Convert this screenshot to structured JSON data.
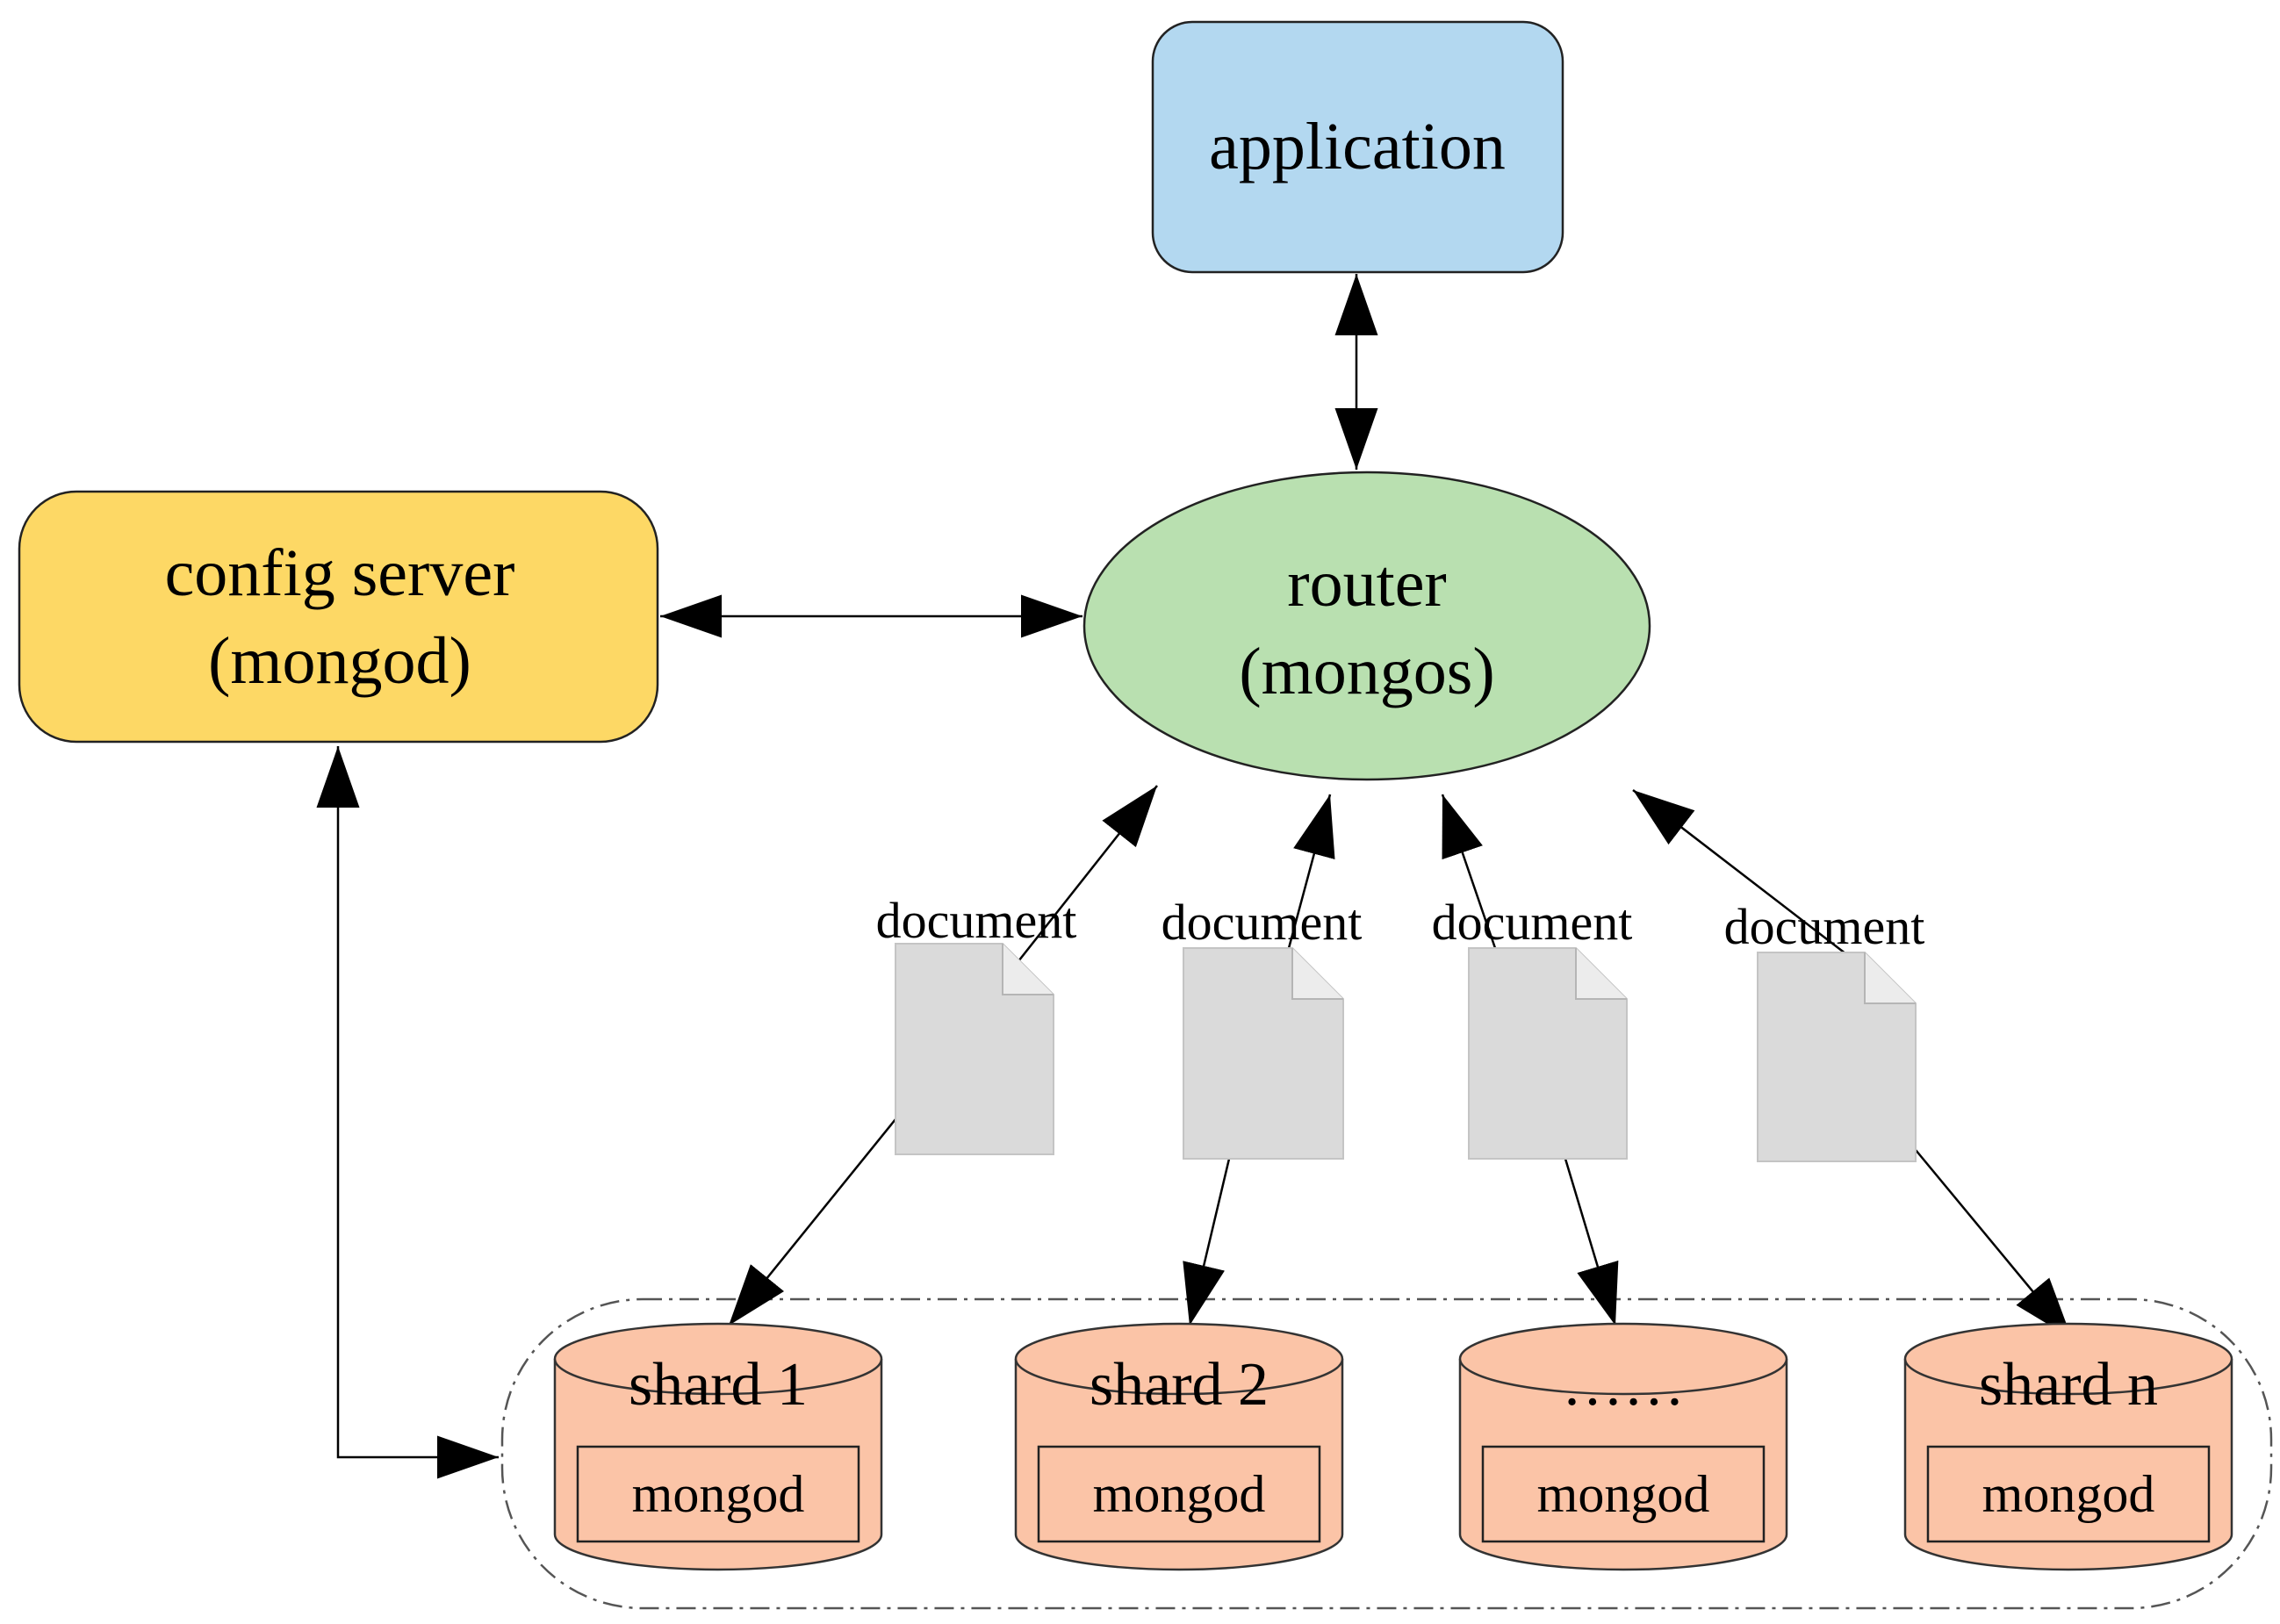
{
  "nodes": {
    "application": {
      "label": "application",
      "fill": "#b3d8f0"
    },
    "config_server": {
      "line1": "config server",
      "line2": "(mongod)",
      "fill": "#fdd865"
    },
    "router": {
      "line1": "router",
      "line2": "(mongos)",
      "fill": "#b9e0b0"
    }
  },
  "document_label": "document",
  "document_fill": "#dadada",
  "shard_fill": "#fbc4a7",
  "shards": [
    {
      "label": "shard 1",
      "inner": "mongod"
    },
    {
      "label": "shard 2",
      "inner": "mongod"
    },
    {
      "label": "……",
      "inner": "mongod"
    },
    {
      "label": "shard n",
      "inner": "mongod"
    }
  ]
}
